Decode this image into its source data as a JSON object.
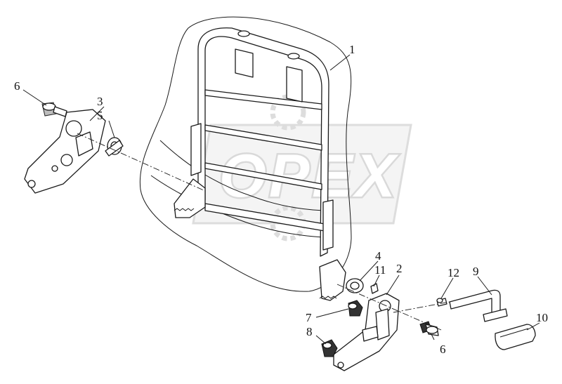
{
  "watermark": {
    "text": "OPEX"
  },
  "callouts": [
    {
      "id": "1",
      "label": "1"
    },
    {
      "id": "2",
      "label": "2"
    },
    {
      "id": "3",
      "label": "3"
    },
    {
      "id": "4",
      "label": "4"
    },
    {
      "id": "5",
      "label": "5"
    },
    {
      "id": "6a",
      "label": "6"
    },
    {
      "id": "6b",
      "label": "6"
    },
    {
      "id": "7",
      "label": "7"
    },
    {
      "id": "8",
      "label": "8"
    },
    {
      "id": "9",
      "label": "9"
    },
    {
      "id": "10",
      "label": "10"
    },
    {
      "id": "11",
      "label": "11"
    },
    {
      "id": "12",
      "label": "12"
    }
  ]
}
